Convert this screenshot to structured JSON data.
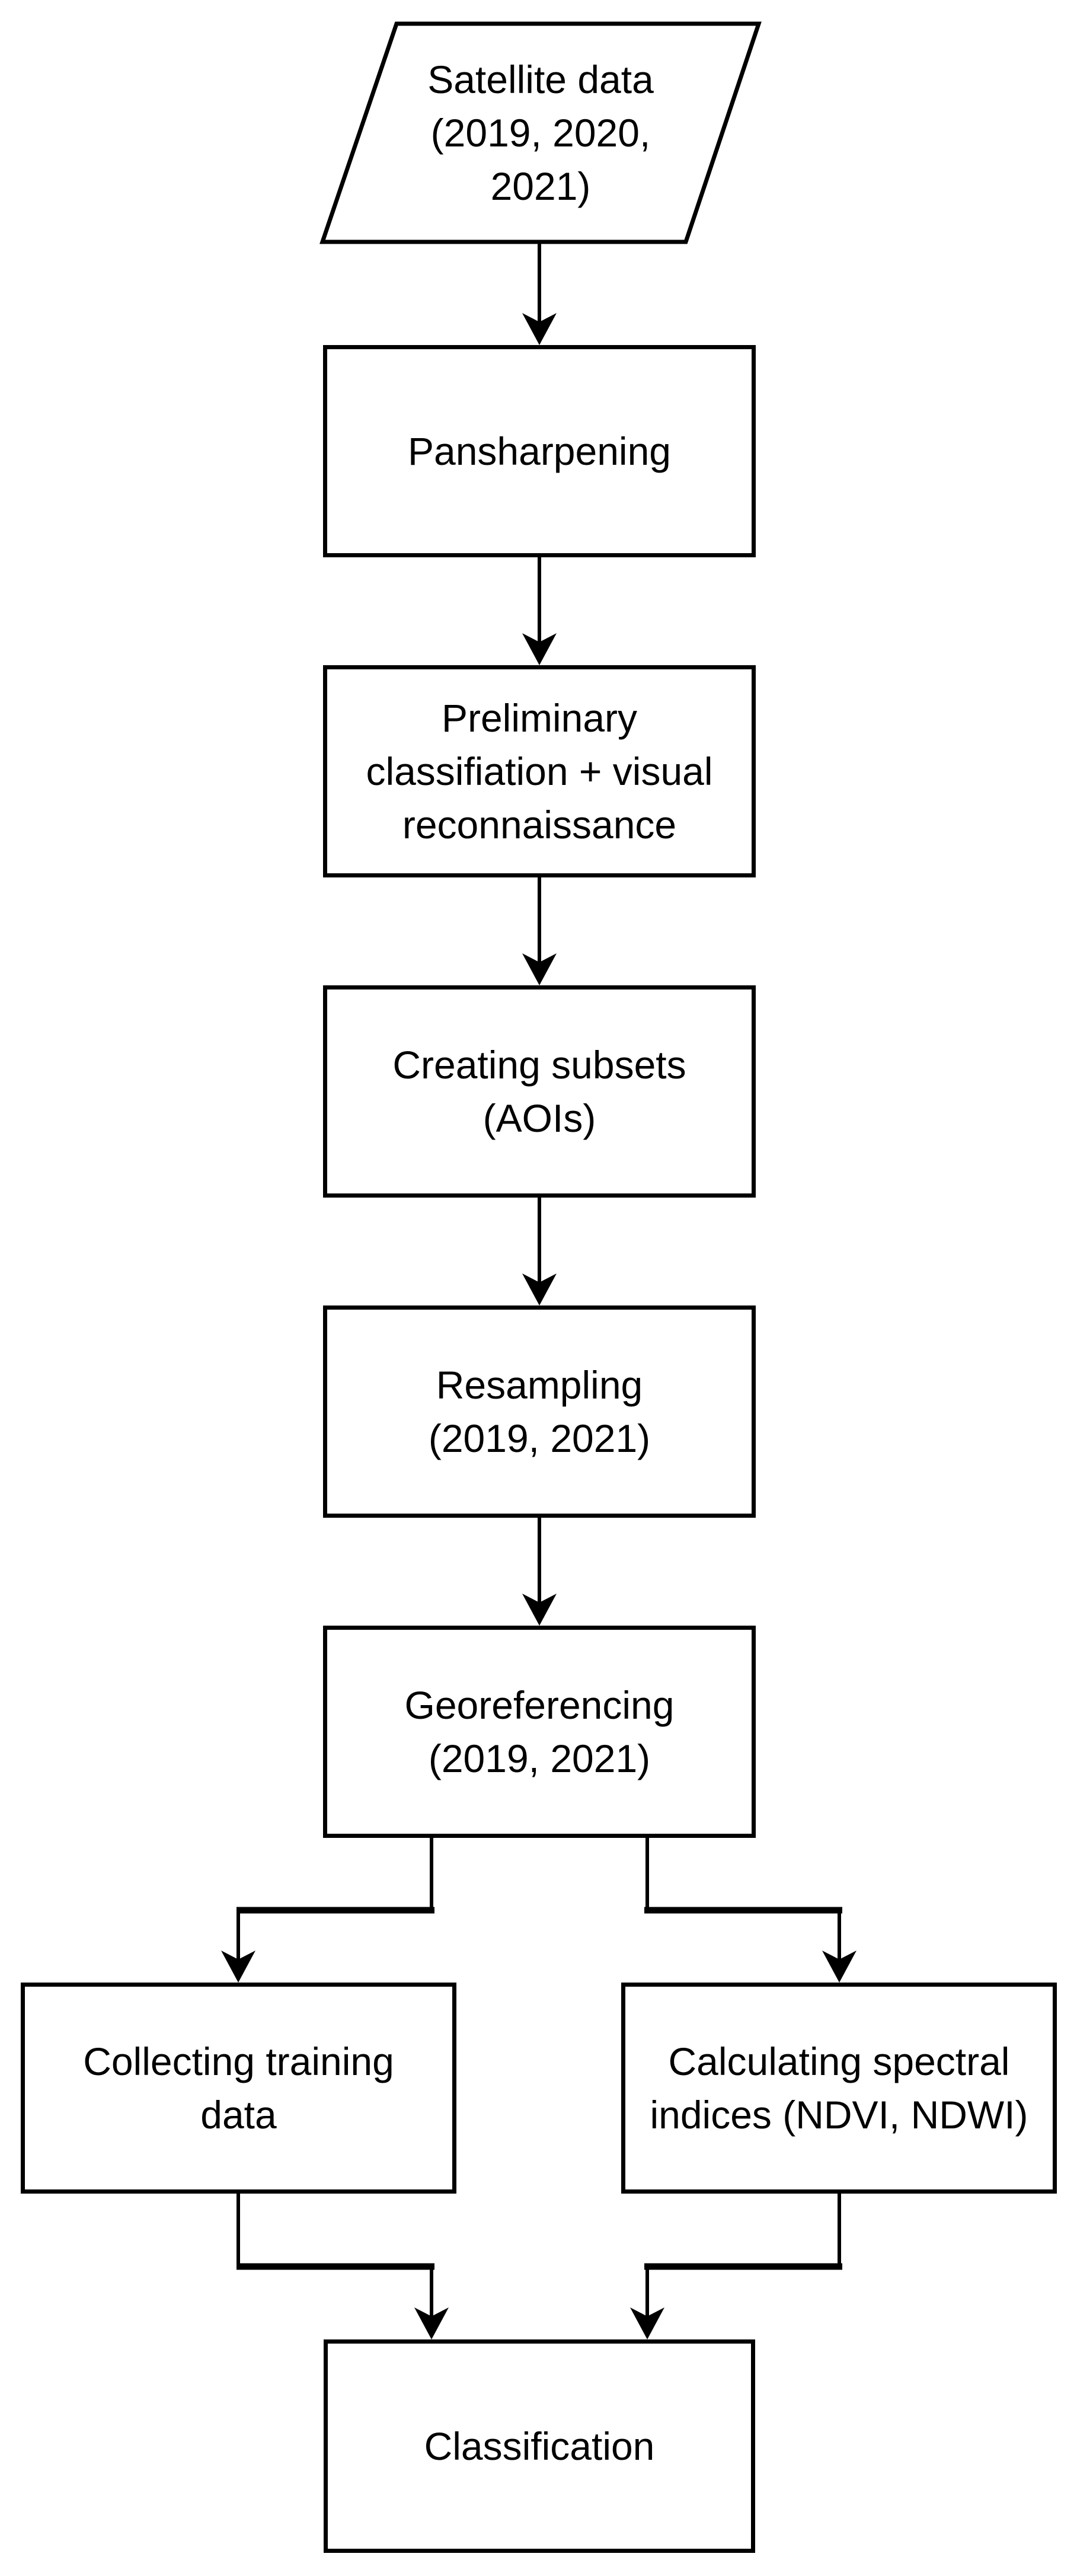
{
  "diagram": {
    "type": "flowchart",
    "background_color": "#ffffff",
    "stroke_color": "#000000",
    "text_color": "#000000",
    "nodes": [
      {
        "id": "satellite-data",
        "shape": "parallelogram",
        "label": "Satellite data\n(2019, 2020,\n2021)"
      },
      {
        "id": "pansharpening",
        "shape": "rectangle",
        "label": "Pansharpening"
      },
      {
        "id": "preliminary-classification",
        "shape": "rectangle",
        "label": "Preliminary\nclassifiation + visual\nreconnaissance"
      },
      {
        "id": "creating-subsets",
        "shape": "rectangle",
        "label": "Creating subsets\n(AOIs)"
      },
      {
        "id": "resampling",
        "shape": "rectangle",
        "label": "Resampling\n(2019, 2021)"
      },
      {
        "id": "georeferencing",
        "shape": "rectangle",
        "label": "Georeferencing\n(2019, 2021)"
      },
      {
        "id": "collecting-training-data",
        "shape": "rectangle",
        "label": "Collecting training\ndata"
      },
      {
        "id": "calculating-spectral-indices",
        "shape": "rectangle",
        "label": "Calculating spectral\nindices (NDVI, NDWI)"
      },
      {
        "id": "classification",
        "shape": "rectangle",
        "label": "Classification"
      }
    ],
    "edges": [
      {
        "from": "satellite-data",
        "to": "pansharpening",
        "arrow": "down"
      },
      {
        "from": "pansharpening",
        "to": "preliminary-classification",
        "arrow": "down"
      },
      {
        "from": "preliminary-classification",
        "to": "creating-subsets",
        "arrow": "down"
      },
      {
        "from": "creating-subsets",
        "to": "resampling",
        "arrow": "down"
      },
      {
        "from": "resampling",
        "to": "georeferencing",
        "arrow": "down"
      },
      {
        "from": "georeferencing",
        "to": "collecting-training-data",
        "arrow": "elbow-down"
      },
      {
        "from": "georeferencing",
        "to": "calculating-spectral-indices",
        "arrow": "elbow-down"
      },
      {
        "from": "collecting-training-data",
        "to": "classification",
        "arrow": "elbow-down"
      },
      {
        "from": "calculating-spectral-indices",
        "to": "classification",
        "arrow": "elbow-down"
      }
    ]
  }
}
